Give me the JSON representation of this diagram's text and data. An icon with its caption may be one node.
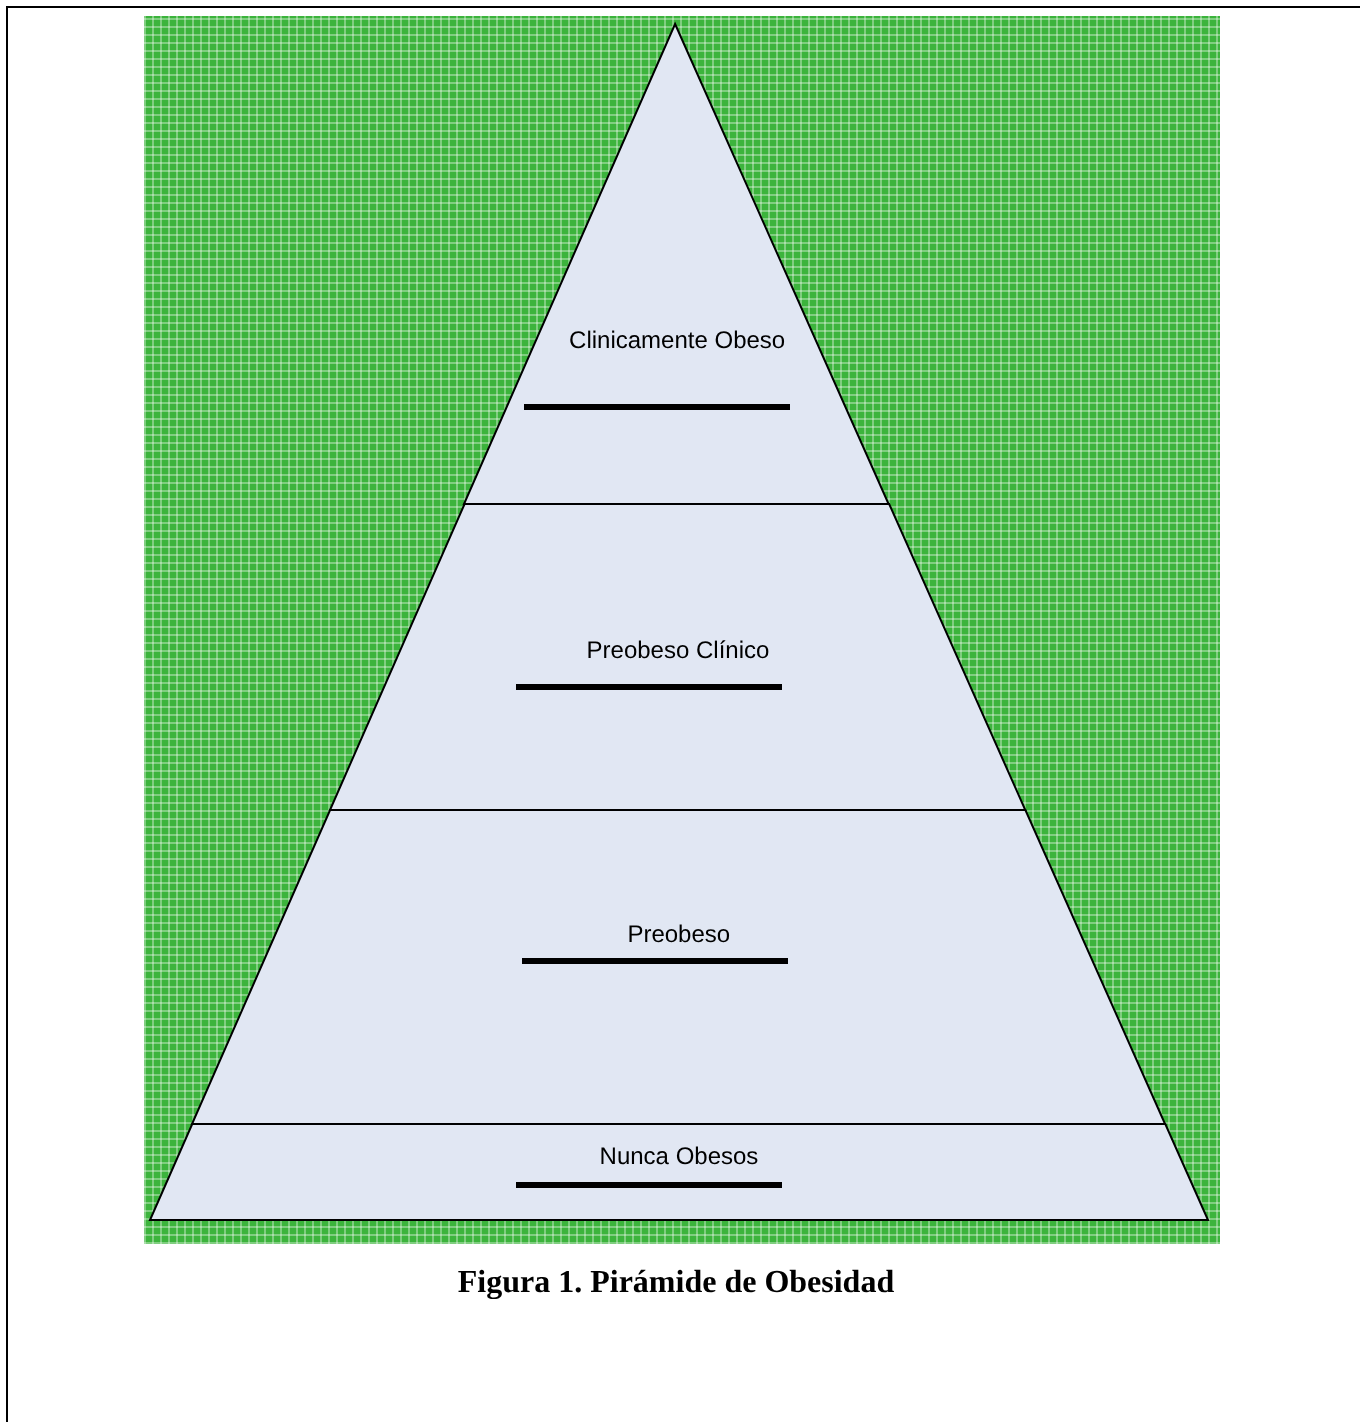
{
  "diagram": {
    "caption": "Figura 1. Pirámide de Obesidad",
    "nodes": [
      {
        "text": [
          "Clinicamente Obeso"
        ]
      },
      {
        "text": [
          "Preobeso Clínico"
        ]
      },
      {
        "text": [
          "Preobeso"
        ]
      },
      {
        "text": [
          "Nunca Obesos"
        ]
      }
    ],
    "edges": []
  }
}
